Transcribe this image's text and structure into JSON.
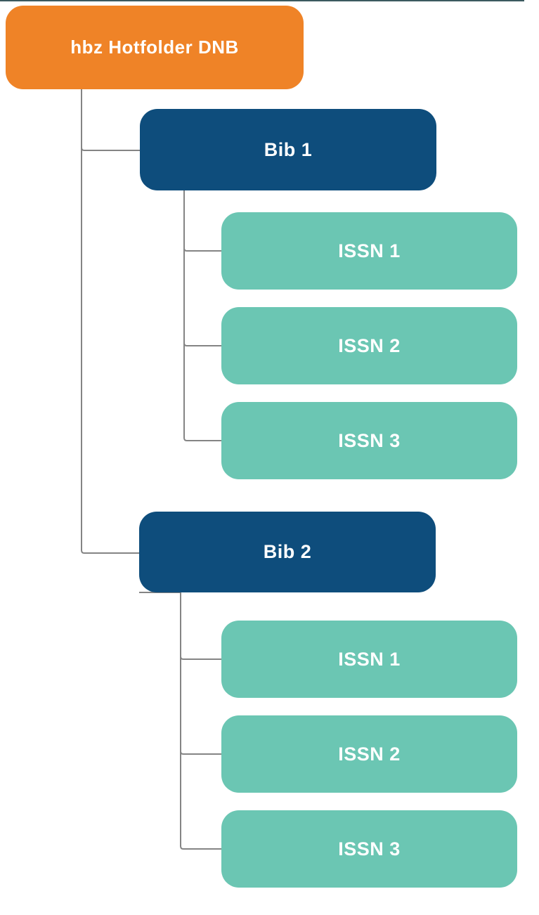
{
  "diagram": {
    "type": "tree",
    "direction": "top-down",
    "colors": {
      "root_fill": "#ef8327",
      "branch_fill": "#0e4d7c",
      "leaf_fill": "#6bc6b3",
      "connector": "#848484",
      "node_text": "#ffffff",
      "background": "#ffffff",
      "top_edge": "#3b5a5f"
    },
    "root": {
      "id": "root",
      "label": "hbz Hotfolder DNB",
      "children": [
        {
          "id": "bib1",
          "label": "Bib 1",
          "children": [
            {
              "id": "bib1-issn1",
              "label": "ISSN 1"
            },
            {
              "id": "bib1-issn2",
              "label": "ISSN 2"
            },
            {
              "id": "bib1-issn3",
              "label": "ISSN 3"
            }
          ]
        },
        {
          "id": "bib2",
          "label": "Bib 2",
          "children": [
            {
              "id": "bib2-issn1",
              "label": "ISSN 1"
            },
            {
              "id": "bib2-issn2",
              "label": "ISSN 2"
            },
            {
              "id": "bib2-issn3",
              "label": "ISSN 3"
            }
          ]
        }
      ]
    }
  }
}
